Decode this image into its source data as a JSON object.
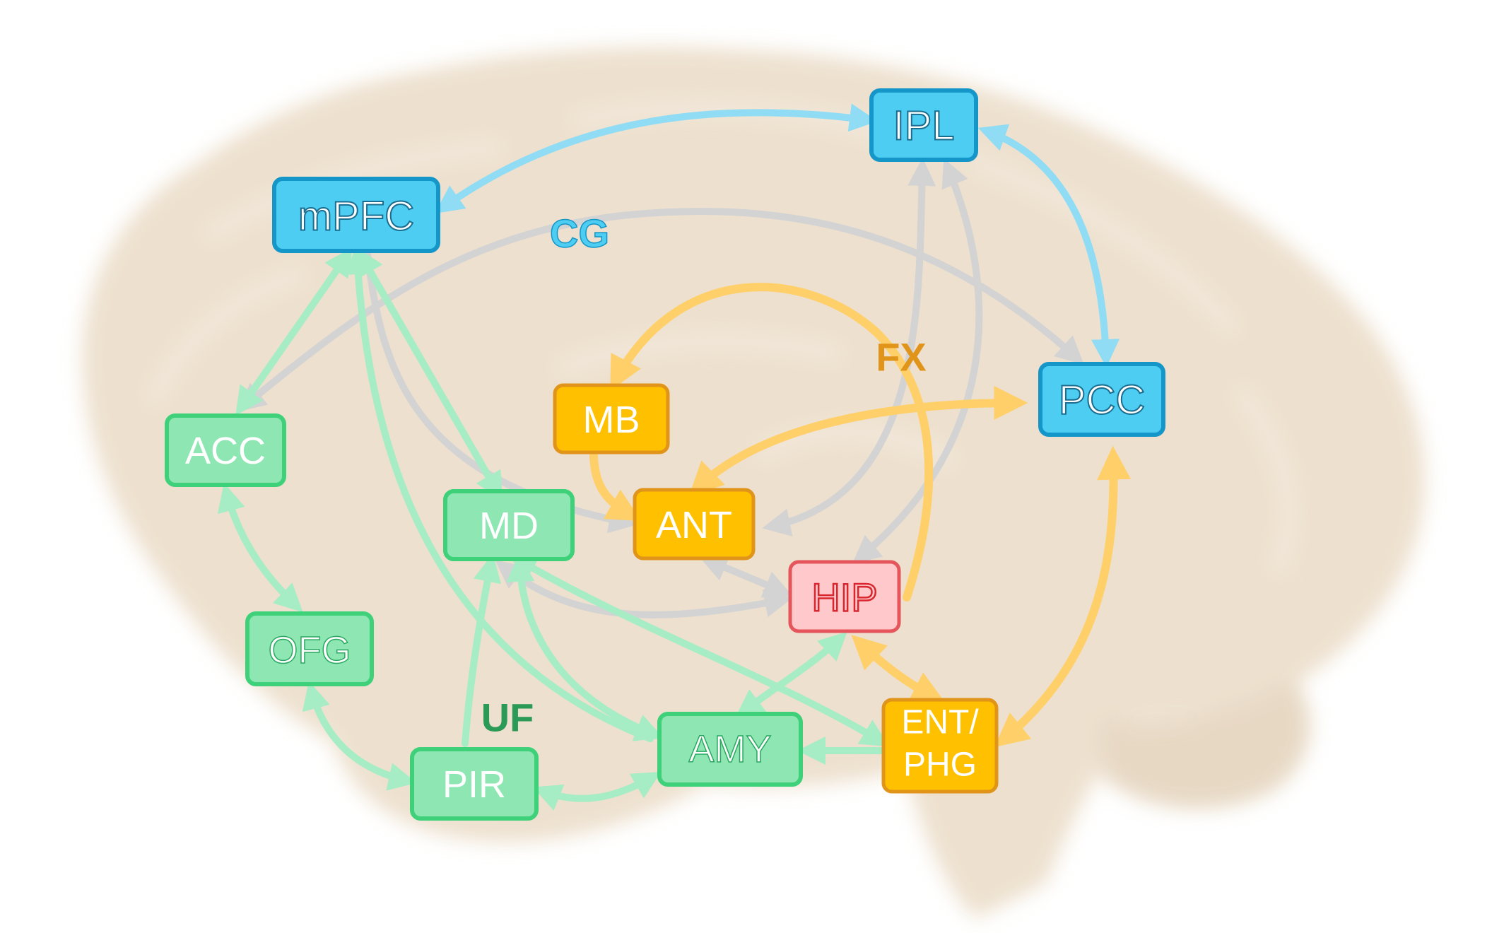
{
  "colors": {
    "blue_fill": "#4dcdf2",
    "blue_stroke": "#1496c8",
    "green_fill": "#8ee6b3",
    "green_stroke": "#3fd07a",
    "orange_fill": "#ffc000",
    "orange_stroke": "#e0941a",
    "pink_fill": "#ffc9cc",
    "pink_stroke": "#e5555c",
    "brain": "#eadbc6",
    "gray_arrow": "#d3d3d3",
    "blue_arrow": "#8fdcf4",
    "green_arrow": "#a6ecc4",
    "orange_arrow": "#ffcf6a"
  },
  "nodes": {
    "mPFC": "mPFC",
    "IPL": "IPL",
    "PCC": "PCC",
    "ACC": "ACC",
    "MD": "MD",
    "OFG": "OFG",
    "PIR": "PIR",
    "AMY": "AMY",
    "MB": "MB",
    "ANT": "ANT",
    "HIP": "HIP",
    "ENT_line1": "ENT/",
    "ENT_line2": "PHG"
  },
  "tract_labels": {
    "CG": "CG",
    "FX": "FX",
    "UF": "UF"
  }
}
